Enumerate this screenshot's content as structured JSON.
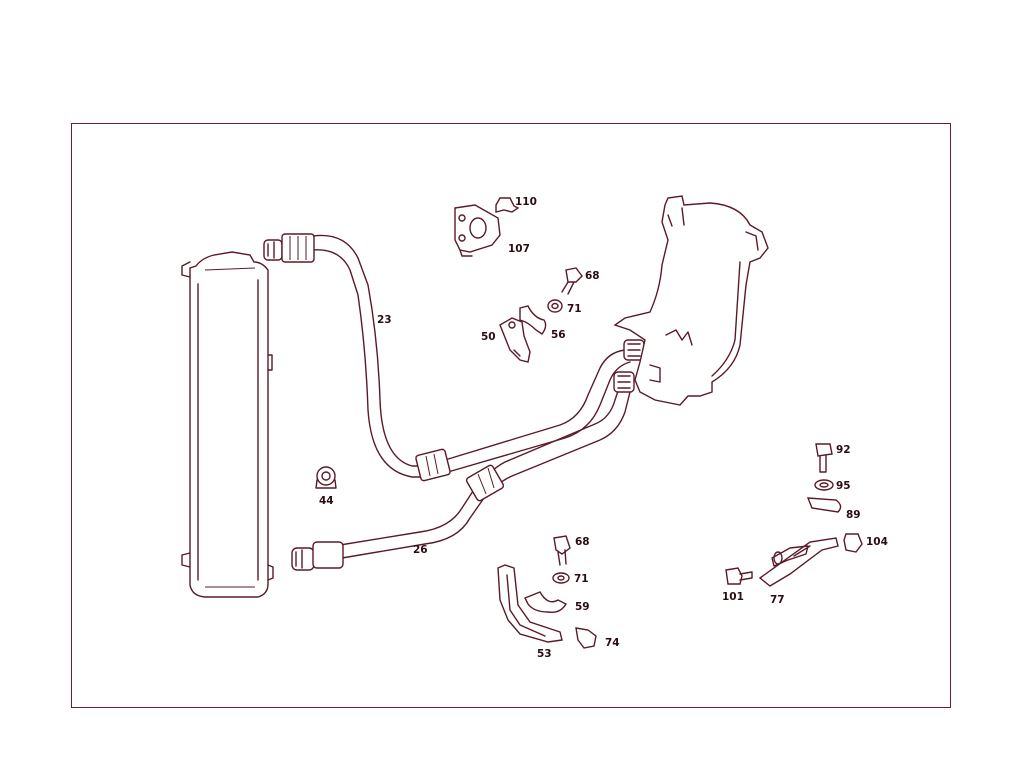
{
  "diagram": {
    "type": "exploded-parts-diagram",
    "colors": {
      "line": "#5a1a28",
      "frame": "#6b1e2e",
      "background": "#ffffff"
    },
    "part_labels": {
      "p23": "23",
      "p26": "26",
      "p44": "44",
      "p50": "50",
      "p53": "53",
      "p56": "56",
      "p59": "59",
      "p68a": "68",
      "p68b": "68",
      "p71a": "71",
      "p71b": "71",
      "p74": "74",
      "p77": "77",
      "p89": "89",
      "p92": "92",
      "p95": "95",
      "p101": "101",
      "p104": "104",
      "p107": "107",
      "p110": "110"
    }
  }
}
